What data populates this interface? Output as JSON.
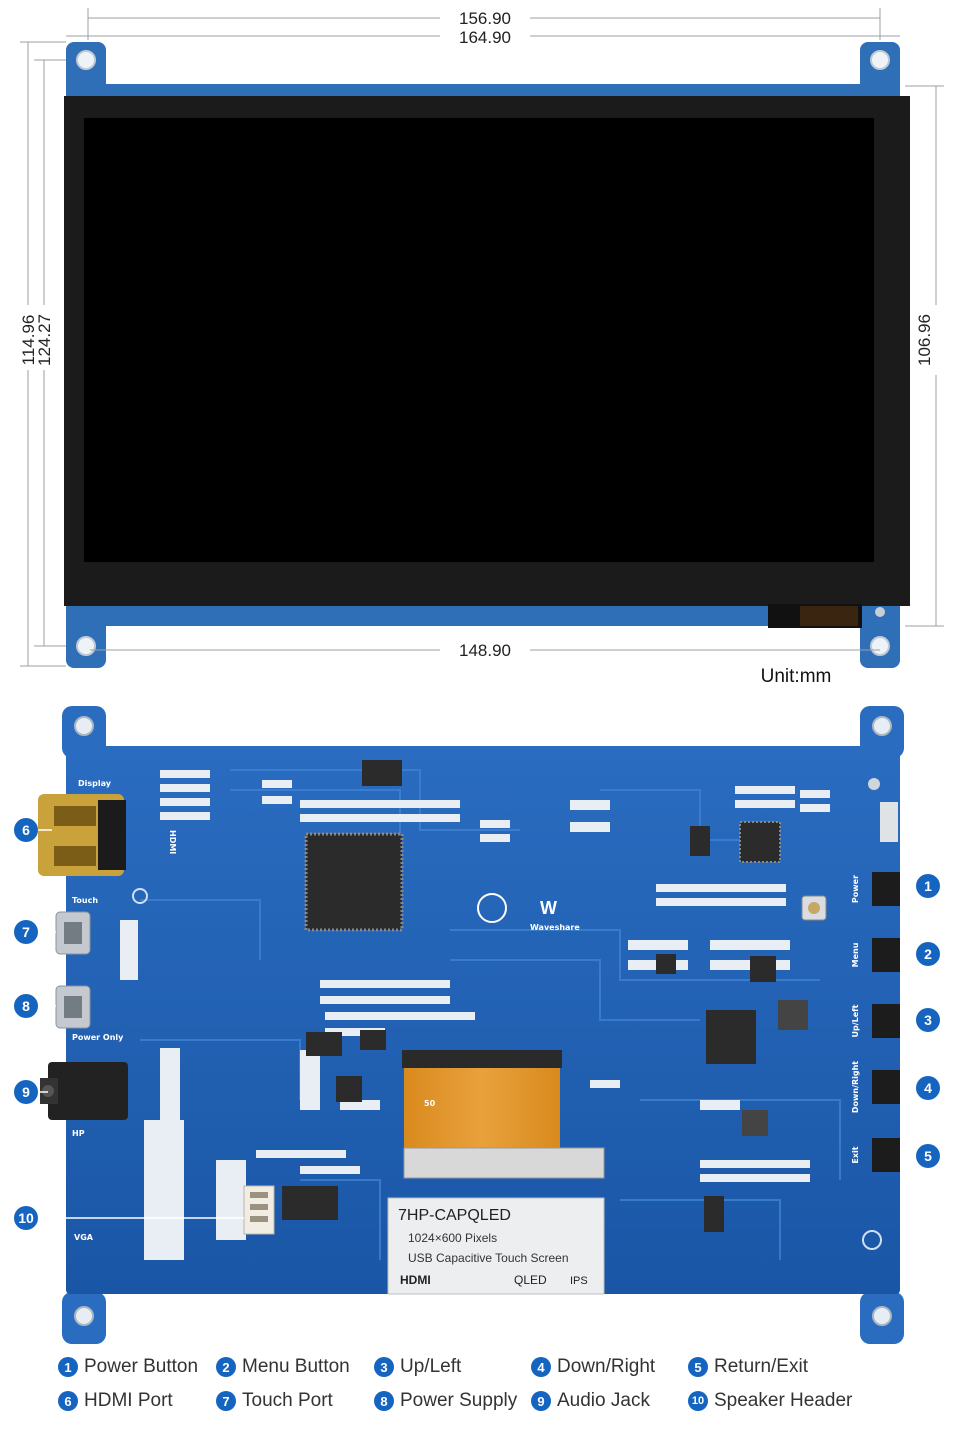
{
  "dimensions": {
    "top_inner": "156.90",
    "top_outer": "164.90",
    "left_outer": "114.96",
    "left_inner": "124.27",
    "right": "106.96",
    "bottom": "148.90",
    "unit": "Unit:mm"
  },
  "board": {
    "display_label": "Display",
    "touch_label": "Touch",
    "power_only_label": "Power Only",
    "hp_label": "HP",
    "vga_label": "VGA",
    "hdmi_silk": "HDMI",
    "brand": "Waveshare",
    "buttons": [
      "Power",
      "Menu",
      "Up/Left",
      "Down/Right",
      "Exit"
    ],
    "fpc_pin": "50",
    "sticker": {
      "title": "7HP-CAPQLED",
      "line1": "1024×600 Pixels",
      "line2": "USB Capacitive Touch Screen",
      "badges": [
        "HDMI",
        "QLED",
        "IPS"
      ]
    }
  },
  "callouts": [
    {
      "num": "1",
      "label": "Power Button"
    },
    {
      "num": "2",
      "label": "Menu Button"
    },
    {
      "num": "3",
      "label": "Up/Left"
    },
    {
      "num": "4",
      "label": "Down/Right"
    },
    {
      "num": "5",
      "label": "Return/Exit"
    },
    {
      "num": "6",
      "label": "HDMI Port"
    },
    {
      "num": "7",
      "label": "Touch Port"
    },
    {
      "num": "8",
      "label": "Power Supply"
    },
    {
      "num": "9",
      "label": "Audio Jack"
    },
    {
      "num": "10",
      "label": "Speaker Header"
    }
  ],
  "colors": {
    "pcb": "#1e5fb3",
    "callout": "#1565c0"
  }
}
